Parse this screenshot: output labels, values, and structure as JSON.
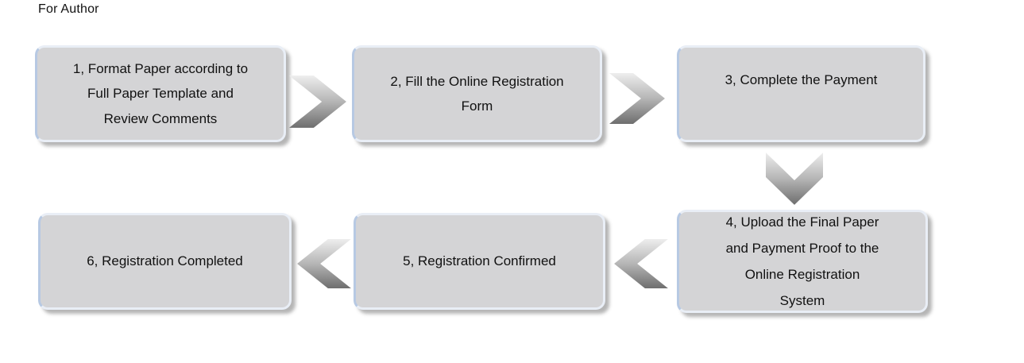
{
  "page": {
    "title": "For Author"
  },
  "flowchart": {
    "steps": [
      {
        "id": "1",
        "label": "1, Format Paper according to\nFull Paper Template and\nReview Comments"
      },
      {
        "id": "2",
        "label": "2, Fill the Online Registration\nForm"
      },
      {
        "id": "3",
        "label": "3, Complete the Payment"
      },
      {
        "id": "4",
        "label": "4, Upload the Final Paper\nand Payment Proof to the\nOnline Registration\nSystem"
      },
      {
        "id": "5",
        "label": "5, Registration Confirmed"
      },
      {
        "id": "6",
        "label": "6, Registration Completed"
      }
    ],
    "connections": [
      {
        "from": "1",
        "to": "2",
        "direction": "right"
      },
      {
        "from": "2",
        "to": "3",
        "direction": "right"
      },
      {
        "from": "3",
        "to": "4",
        "direction": "down"
      },
      {
        "from": "4",
        "to": "5",
        "direction": "left"
      },
      {
        "from": "5",
        "to": "6",
        "direction": "left"
      }
    ]
  },
  "colors": {
    "box_fill": "#d4d4d6",
    "box_border": "#e9eef6",
    "box_border_accent": "#b7c9e3",
    "arrow_light": "#eeeeee",
    "arrow_mid": "#b5b5b5",
    "arrow_dark": "#6e6e6e",
    "text": "#111111"
  }
}
